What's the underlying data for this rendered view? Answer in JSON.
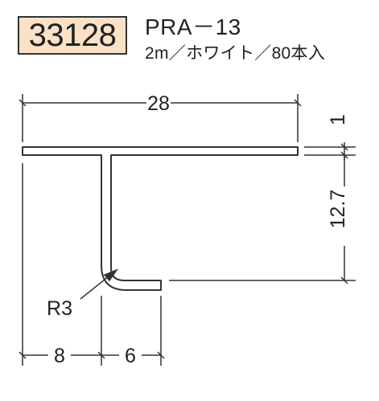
{
  "product": {
    "code": "33128",
    "model": "PRA－13",
    "spec": "2m／ホワイト／80本入"
  },
  "dimensions": {
    "width": "28",
    "flange_thickness": "1",
    "leg_height": "12.7",
    "radius": "R3",
    "offset": "8",
    "foot_length": "6"
  },
  "colors": {
    "code_background": "#fbe2c6",
    "line": "#333333"
  }
}
